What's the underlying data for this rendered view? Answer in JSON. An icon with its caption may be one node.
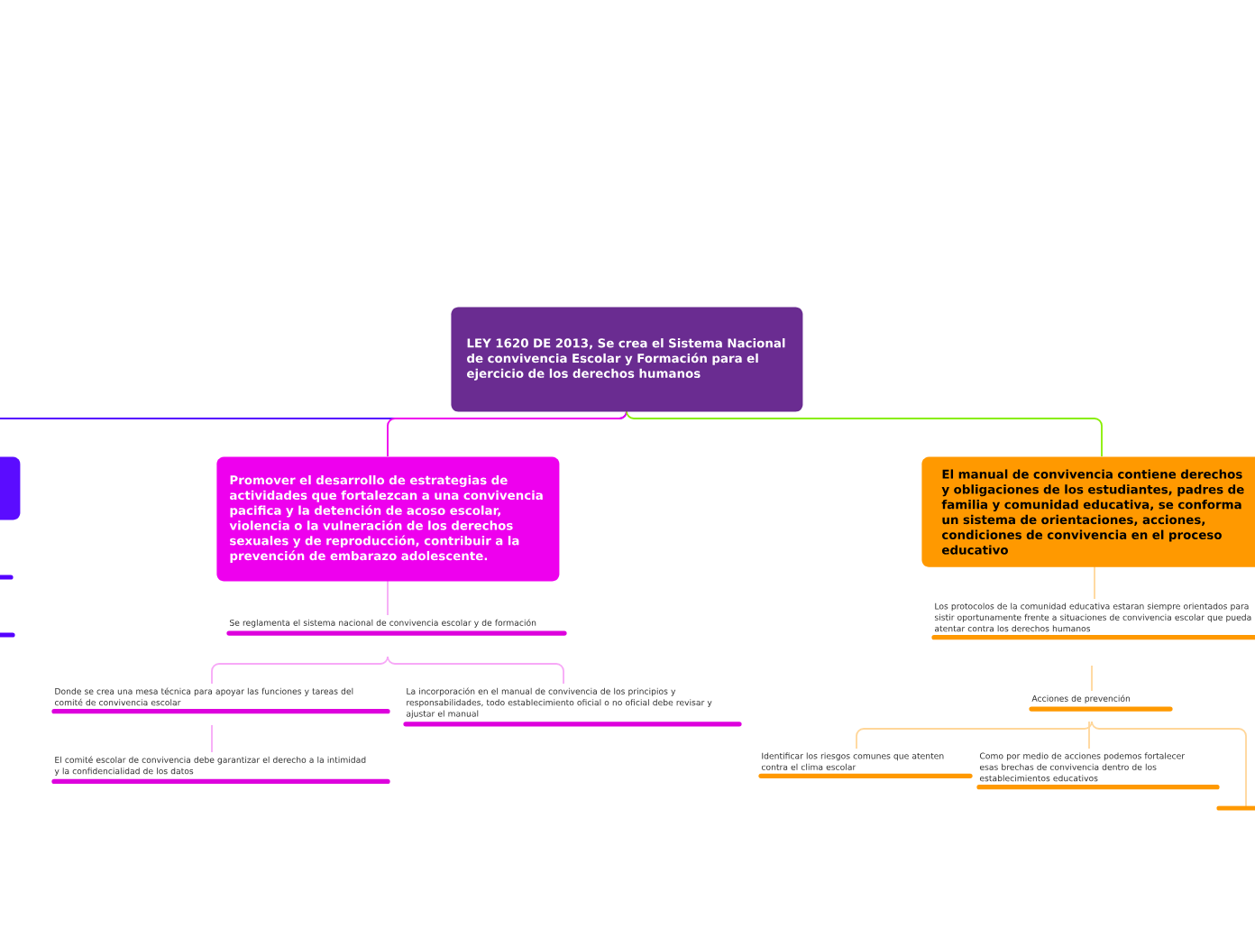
{
  "diagram": {
    "nodes": [
      {
        "text": [
          "LEY 1620 DE 2013, Se crea el Sistema Nacional de convivencia Escolar y Formación para el ejercicio de los derechos humanos"
        ]
      },
      {
        "text": [],
        "shape": "box"
      },
      {
        "text": [],
        "shape": "bar"
      },
      {
        "text": [],
        "shape": "bar"
      },
      {
        "text": [
          "Promover el desarrollo de estrategias de actividades que fortalezcan a una convivencia pacifica y la detención de acoso escolar, violencia o la vulneración de los derechos sexuales y de reproducción, contribuir a la prevención de embarazo adolescente."
        ]
      },
      {
        "text": [
          "Se reglamenta el sistema nacional de convivencia escolar y de formación"
        ]
      },
      {
        "text": [
          "Donde se crea una mesa técnica para apoyar las funciones y tareas del comité de convivencia escolar"
        ]
      },
      {
        "text": [
          "El comité escolar de convivencia debe garantizar el derecho a la intimidad y la confidencialidad de los datos"
        ]
      },
      {
        "text": [
          "La incorporación en el manual de convivencia de los principios y responsabilidades, todo establecimiento oficial o no oficial debe revisar y ajustar el manual"
        ]
      },
      {
        "text": [
          "El manual de convivencia contiene derechos y obligaciones de los estudiantes, padres de familia y comunidad educativa, se conforma un sistema de orientaciones, acciones, condiciones de convivencia en el proceso educativo"
        ]
      },
      {
        "text": [
          "Los protocolos de la comunidad educativa estaran siempre orientados para sistir oportunamente frente a situaciones de convivencia escolar que pueda atentar contra los derechos humanos"
        ]
      },
      {
        "text": [
          "Acciones de prevención"
        ]
      },
      {
        "text": [
          "Identificar los riesgos comunes que atenten contra el clima escolar"
        ]
      },
      {
        "text": [
          "Como por medio de acciones podemos fortalecer esas brechas de convivencia dentro de los establecimientos educativos"
        ]
      },
      {
        "text": [],
        "shape": "bar"
      }
    ],
    "edges": [
      {
        "from": 0,
        "to": 1,
        "arrow": "none",
        "color": "#5500ff"
      },
      {
        "from": 0,
        "to": 4,
        "arrow": "none",
        "color": "#ee00ee"
      },
      {
        "from": 0,
        "to": 9,
        "arrow": "none",
        "color": "#88ee00"
      },
      {
        "from": 4,
        "to": 5,
        "arrow": "none",
        "color": "#f7a8f7"
      },
      {
        "from": 5,
        "to": 6,
        "arrow": "none",
        "color": "#f7a8f7"
      },
      {
        "from": 5,
        "to": 8,
        "arrow": "none",
        "color": "#f7a8f7"
      },
      {
        "from": 6,
        "to": 7,
        "arrow": "none",
        "color": "#f7a8f7"
      },
      {
        "from": 9,
        "to": 10,
        "arrow": "none",
        "color": "#ffd699"
      },
      {
        "from": 10,
        "to": 11,
        "arrow": "none",
        "color": "#ffd699"
      },
      {
        "from": 11,
        "to": 12,
        "arrow": "none",
        "color": "#ffd699"
      },
      {
        "from": 11,
        "to": 13,
        "arrow": "none",
        "color": "#ffd699"
      },
      {
        "from": 11,
        "to": 14,
        "arrow": "none",
        "color": "#ffd699"
      }
    ]
  }
}
